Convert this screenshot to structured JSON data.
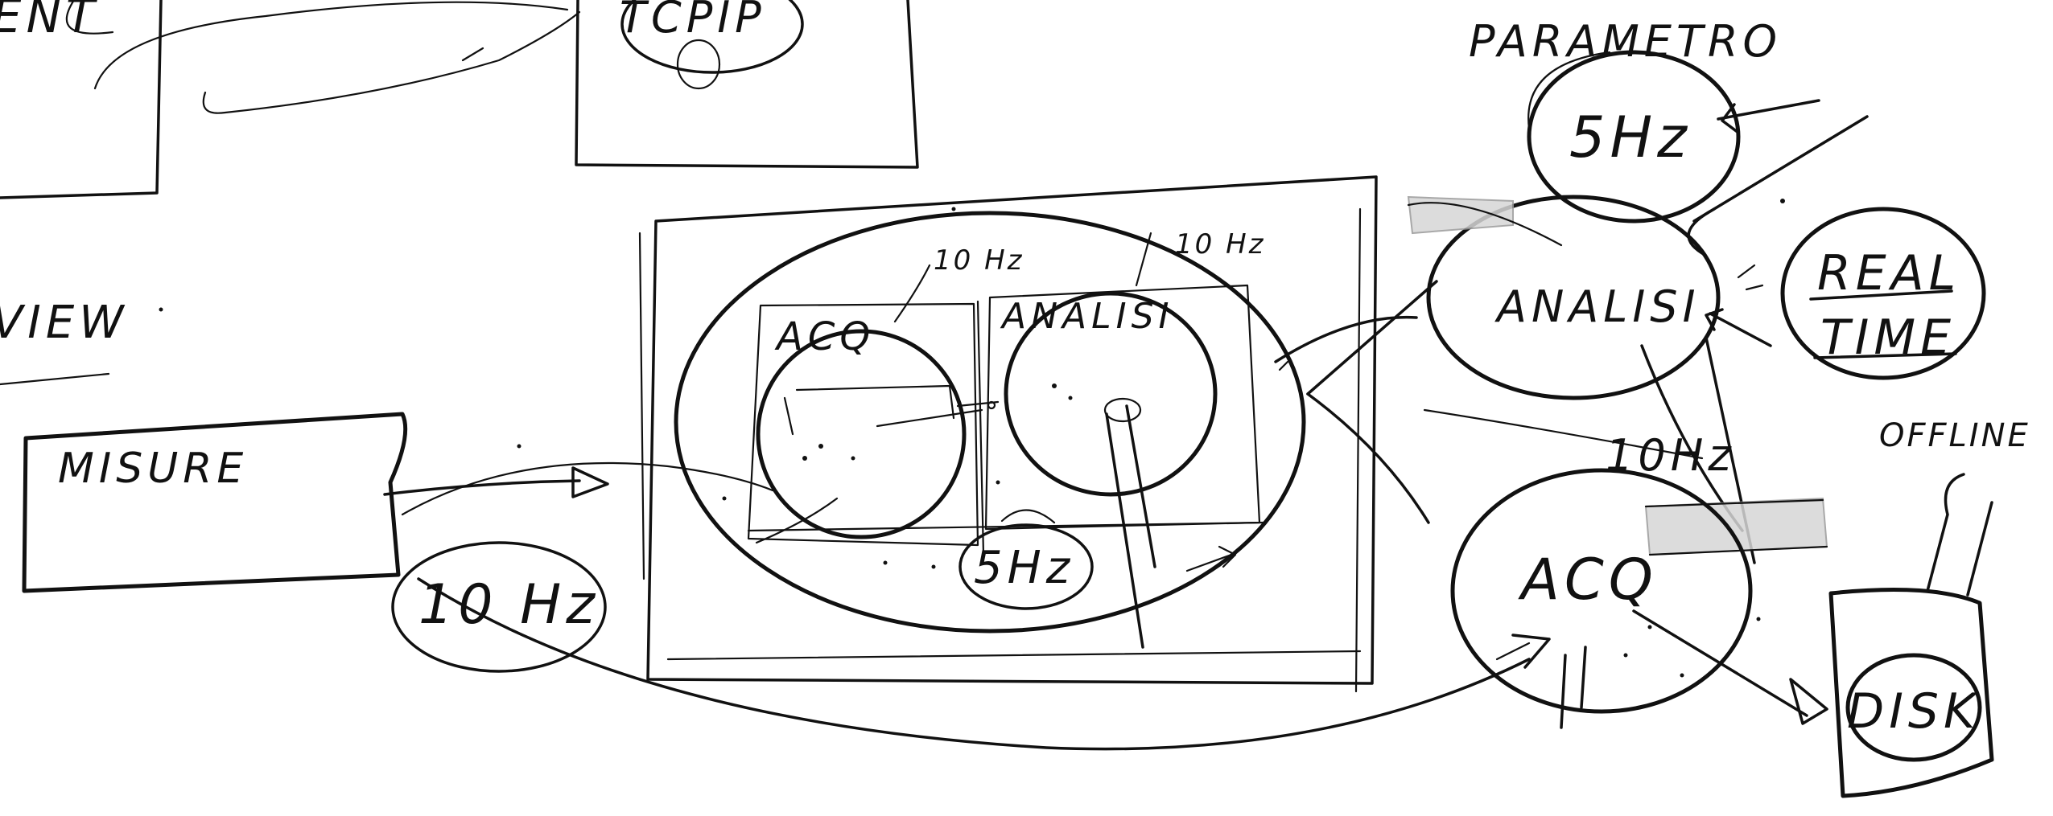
{
  "labels": {
    "client_fragment": "ENT",
    "tcpip": "TCPIP",
    "tcpip_sub": "O",
    "view_fragment": "VIEW",
    "misure": "MISURE",
    "ten_hz_left": "10 Hz",
    "acq_inner": "ACQ",
    "analisi_inner": "ANALISI",
    "rate_acq_inner": "10 Hz",
    "rate_analisi_inner": "10 Hz",
    "five_hz_inner": "5Hz",
    "parametri": "PARAMETRO",
    "five_hz_top": "5Hz",
    "analisi_right": "ANALISI",
    "real": "REAL",
    "time": "TIME",
    "ten_hz_right": "10Hz",
    "acq_right": "ACQ",
    "offline": "OFFLINE",
    "disk": "DISK"
  },
  "colors": {
    "ink": "#111111",
    "highlight": "#d6d6d6",
    "background": "#ffffff"
  }
}
